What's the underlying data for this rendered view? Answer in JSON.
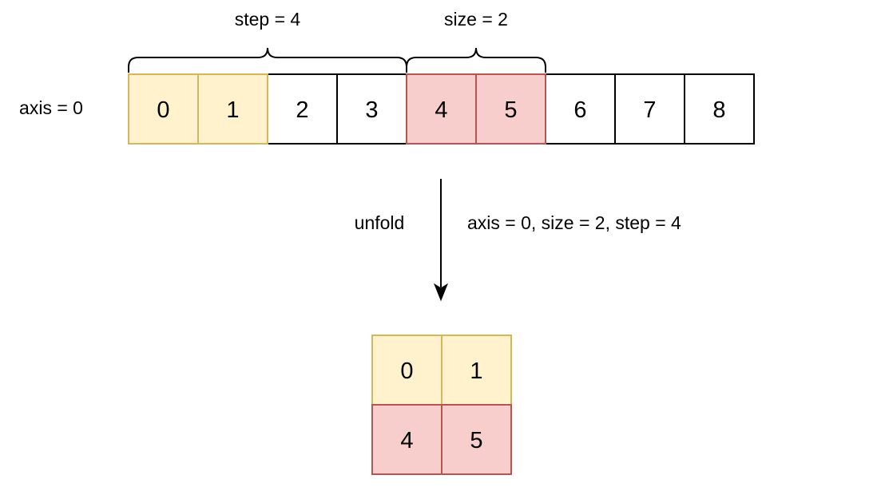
{
  "input_row": {
    "axis_label": "axis = 0",
    "cells": [
      "0",
      "1",
      "2",
      "3",
      "4",
      "5",
      "6",
      "7",
      "8"
    ],
    "highlight": [
      "yellow",
      "yellow",
      "none",
      "none",
      "red",
      "red",
      "none",
      "none",
      "none"
    ]
  },
  "braces": {
    "step_label": "step = 4",
    "size_label": "size = 2"
  },
  "operation": {
    "name": "unfold",
    "params": "axis = 0, size = 2, step = 4"
  },
  "output_grid": {
    "rows": [
      {
        "highlight": "yellow",
        "cells": [
          "0",
          "1"
        ]
      },
      {
        "highlight": "red",
        "cells": [
          "4",
          "5"
        ]
      }
    ]
  },
  "colors": {
    "yellow_fill": "#fff2cc",
    "yellow_stroke": "#d6b656",
    "red_fill": "#f8cecc",
    "red_stroke": "#b85450",
    "plain_fill": "#ffffff",
    "plain_stroke": "#000000"
  }
}
